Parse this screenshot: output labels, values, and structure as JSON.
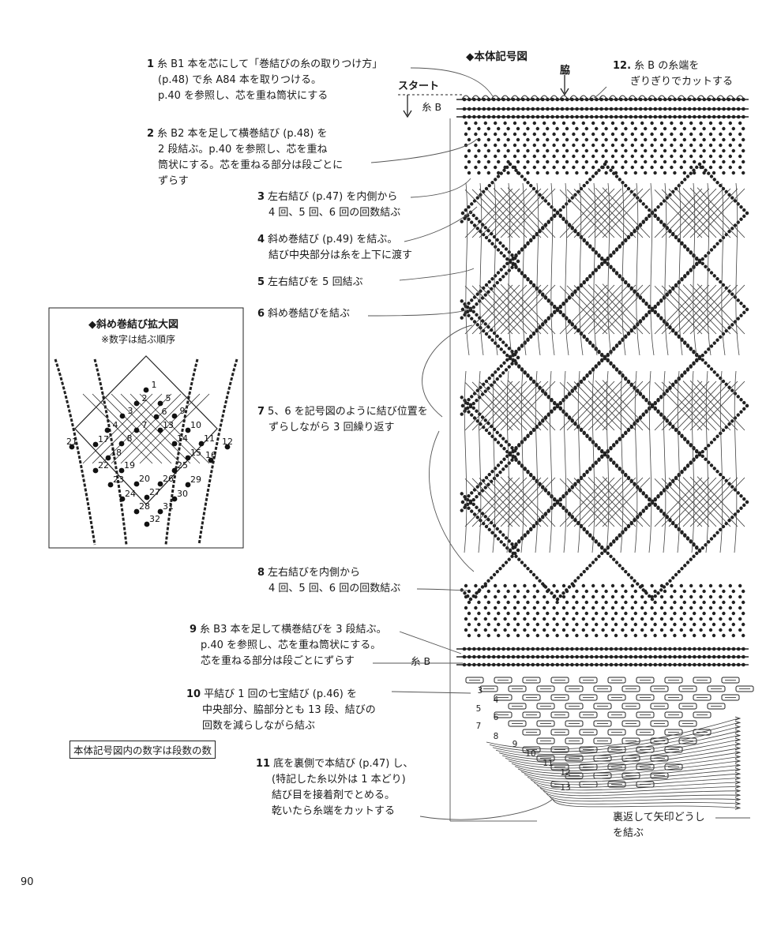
{
  "main_diagram": {
    "title": "◆本体記号図",
    "start_label": "スタート",
    "side_label": "脇",
    "cord_b_top": "糸 B",
    "cord_b_bottom": "糸 B",
    "row_numbers": [
      "3",
      "4",
      "5",
      "6",
      "7",
      "8",
      "9",
      "10",
      "11",
      "12",
      "13"
    ],
    "note_box": "本体記号図内の数字は段数の数",
    "bottom_note": [
      "裏返して矢印どうし",
      "を結ぶ"
    ]
  },
  "steps": [
    {
      "num": "1",
      "lines": [
        "糸 B1 本を芯にして「巻結びの糸の取りつけ方」",
        "(p.48) で糸 A84 本を取りつける。",
        "p.40 を参照し、芯を重ね筒状にする"
      ]
    },
    {
      "num": "2",
      "lines": [
        "糸 B2 本を足して横巻結び (p.48) を",
        "2 段結ぶ。p.40 を参照し、芯を重ね",
        "筒状にする。芯を重ねる部分は段ごとに",
        "ずらす"
      ]
    },
    {
      "num": "3",
      "lines": [
        "左右結び (p.47) を内側から",
        "4 回、5 回、6 回の回数結ぶ"
      ]
    },
    {
      "num": "4",
      "lines": [
        "斜め巻結び (p.49) を結ぶ。",
        "結び中央部分は糸を上下に渡す"
      ]
    },
    {
      "num": "5",
      "lines": [
        "左右結びを 5 回結ぶ"
      ]
    },
    {
      "num": "6",
      "lines": [
        "斜め巻結びを結ぶ"
      ]
    },
    {
      "num": "7",
      "lines": [
        "5、6 を記号図のように結び位置を",
        "ずらしながら 3 回繰り返す"
      ]
    },
    {
      "num": "8",
      "lines": [
        "左右結びを内側から",
        "4 回、5 回、6 回の回数結ぶ"
      ]
    },
    {
      "num": "9",
      "lines": [
        "糸 B3 本を足して横巻結びを 3 段結ぶ。",
        "p.40 を参照し、芯を重ね筒状にする。",
        "芯を重ねる部分は段ごとにずらす"
      ]
    },
    {
      "num": "10",
      "lines": [
        "平結び 1 回の七宝結び (p.46) を",
        "中央部分、脇部分とも 13 段、結びの",
        "回数を減らしながら結ぶ"
      ]
    },
    {
      "num": "11",
      "lines": [
        "底を裏側で本結び (p.47) し、",
        "(特記した糸以外は 1 本どり)",
        "結び目を接着剤でとめる。",
        "乾いたら糸端をカットする"
      ]
    },
    {
      "num": "12.",
      "lines": [
        "糸 B の糸端を",
        "ぎりぎりでカットする"
      ]
    }
  ],
  "detail_diagram": {
    "title": "◆斜め巻結び拡大図",
    "subtitle": "※数字は結ぶ順序",
    "numbers": [
      "1",
      "2",
      "3",
      "4",
      "5",
      "6",
      "7",
      "8",
      "9",
      "10",
      "11",
      "12",
      "13",
      "14",
      "15",
      "16",
      "17",
      "18",
      "19",
      "20",
      "21",
      "22",
      "23",
      "24",
      "25",
      "26",
      "27",
      "28",
      "29",
      "30",
      "31",
      "32"
    ]
  },
  "page_number": "90"
}
